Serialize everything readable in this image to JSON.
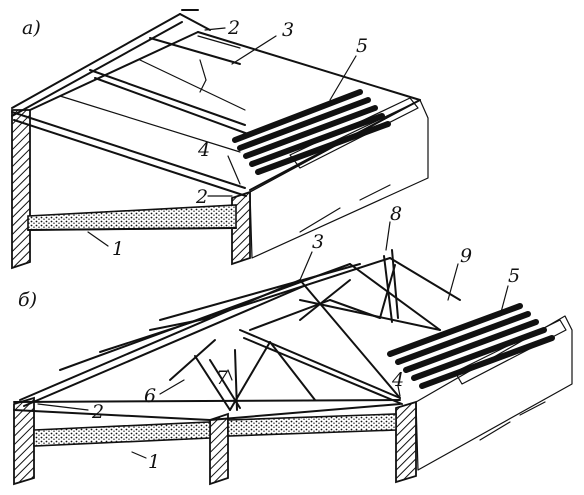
{
  "figure": {
    "panels": [
      {
        "id": "a",
        "title": "а)",
        "callouts": [
          "2",
          "3",
          "5",
          "4",
          "2",
          "1"
        ]
      },
      {
        "id": "b",
        "title": "б)",
        "callouts": [
          "8",
          "3",
          "9",
          "5",
          "7",
          "6",
          "4",
          "2",
          "1"
        ]
      }
    ]
  }
}
